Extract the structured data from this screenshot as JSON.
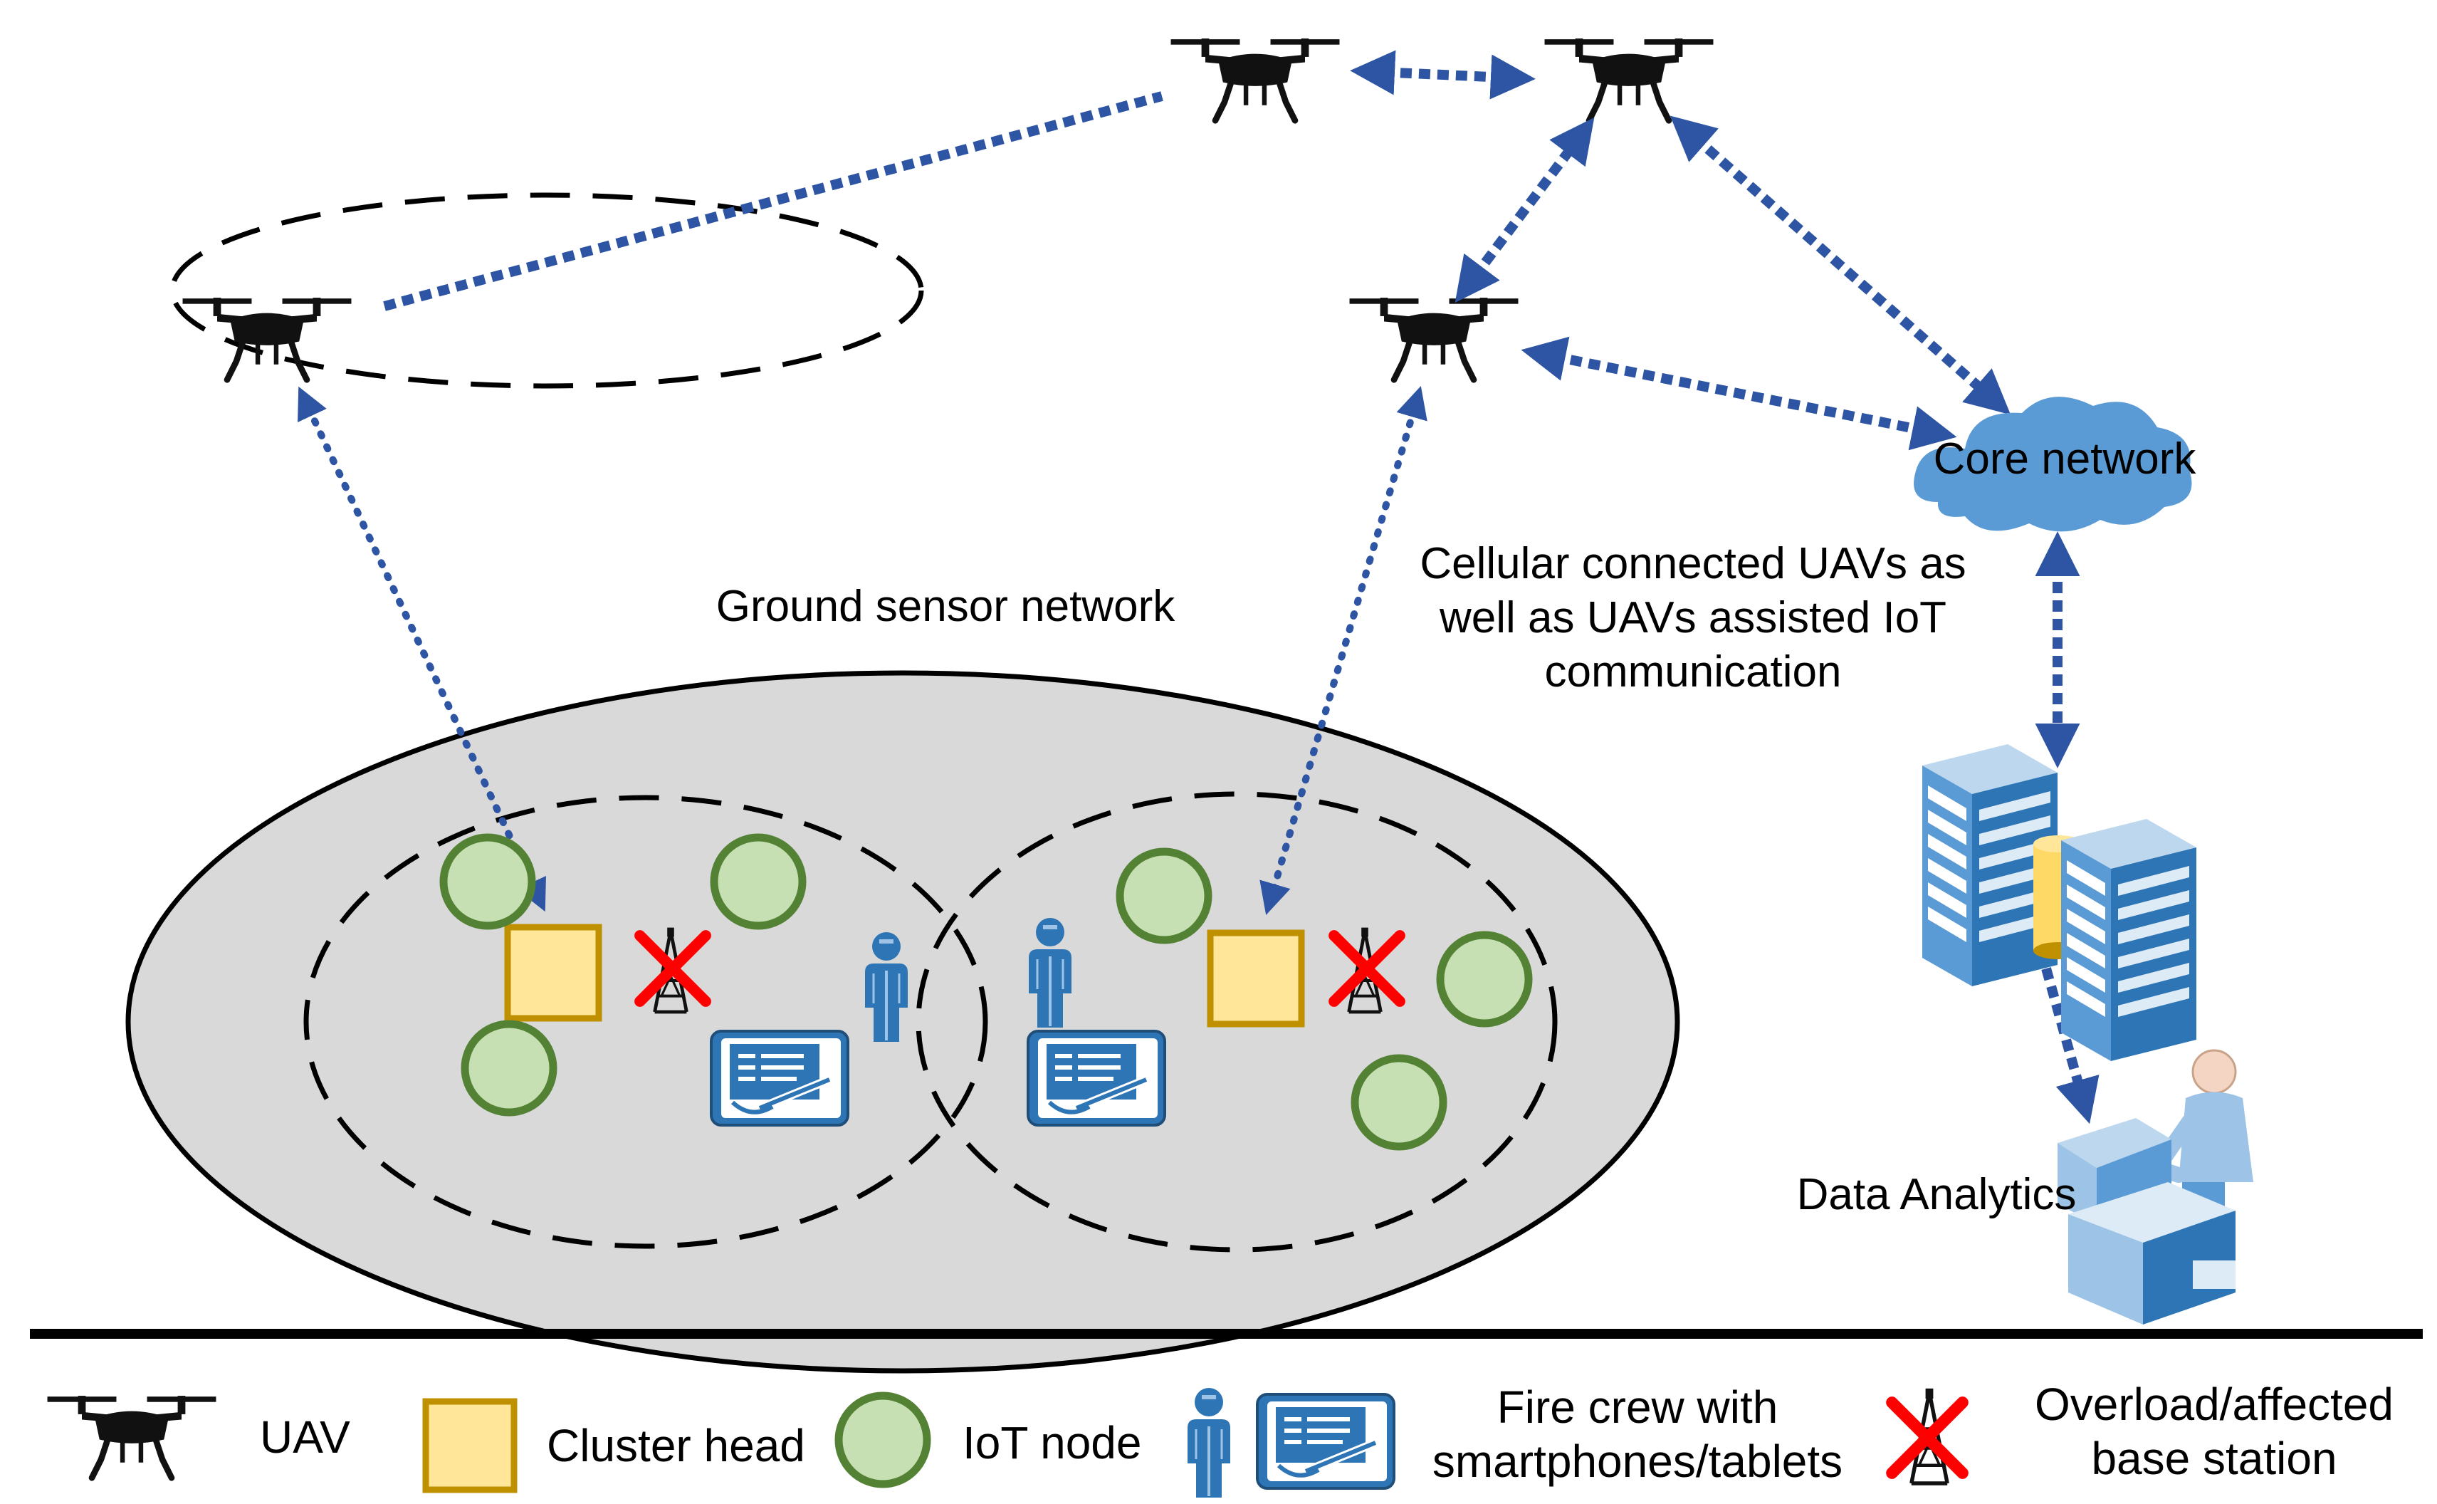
{
  "labels": {
    "ground_sensor_network": "Ground sensor network",
    "caption_line1": "Cellular connected UAVs as",
    "caption_line2": "well as UAVs assisted IoT",
    "caption_line3": "communication",
    "core_network": "Core network",
    "data_analytics": "Data Analytics"
  },
  "legend": {
    "uav": "UAV",
    "cluster_head": "Cluster head",
    "iot_node": "IoT node",
    "fire_crew_line1": "Fire crew with",
    "fire_crew_line2": "smartphones/tablets",
    "base_station_line1": "Overload/affected",
    "base_station_line2": "base station"
  },
  "colors": {
    "link": "#2e55a3",
    "iot_fill": "#c6e0b4",
    "iot_stroke": "#548235",
    "cluster_fill": "#ffe699",
    "cluster_stroke": "#bf9000",
    "cloud": "#5b9bd5",
    "person": "#2e75b6",
    "red_x": "#ff0000",
    "ground_fill": "#d9d9d9"
  },
  "icons": [
    "drone-icon",
    "cloud-icon",
    "server-icon",
    "analyst-workstation-icon",
    "cell-tower-icon",
    "person-icon",
    "tablet-icon"
  ]
}
